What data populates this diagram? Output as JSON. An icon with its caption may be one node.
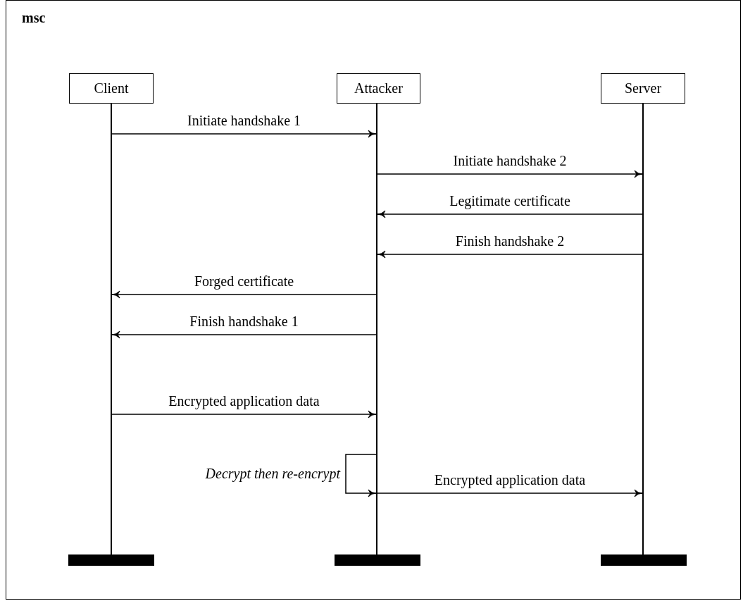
{
  "diagram": {
    "title": "msc",
    "nodes": [
      {
        "text": [
          "Client"
        ]
      },
      {
        "text": [
          "Attacker"
        ]
      },
      {
        "text": [
          "Server"
        ]
      },
      {
        "text": [],
        "shape": "line"
      },
      {
        "text": [],
        "shape": "line"
      },
      {
        "text": [],
        "shape": "line"
      },
      {
        "text": [],
        "shape": "bar"
      },
      {
        "text": [],
        "shape": "bar"
      },
      {
        "text": [],
        "shape": "bar"
      }
    ],
    "edges": [
      {
        "from": 3,
        "to": 4,
        "arrow": "to",
        "label": "Initiate handshake 1"
      },
      {
        "from": 4,
        "to": 5,
        "arrow": "to",
        "label": "Initiate handshake 2"
      },
      {
        "from": 5,
        "to": 4,
        "arrow": "to",
        "label": "Legitimate certificate"
      },
      {
        "from": 5,
        "to": 4,
        "arrow": "to",
        "label": "Finish handshake 2"
      },
      {
        "from": 4,
        "to": 3,
        "arrow": "to",
        "label": "Forged certificate"
      },
      {
        "from": 4,
        "to": 3,
        "arrow": "to",
        "label": "Finish handshake 1"
      },
      {
        "from": 3,
        "to": 4,
        "arrow": "to",
        "label": "Encrypted application data"
      },
      {
        "from": 4,
        "to": 4,
        "arrow": "to",
        "label": "Decrypt then re-encrypt"
      },
      {
        "from": 4,
        "to": 5,
        "arrow": "to",
        "label": "Encrypted application data"
      }
    ]
  }
}
